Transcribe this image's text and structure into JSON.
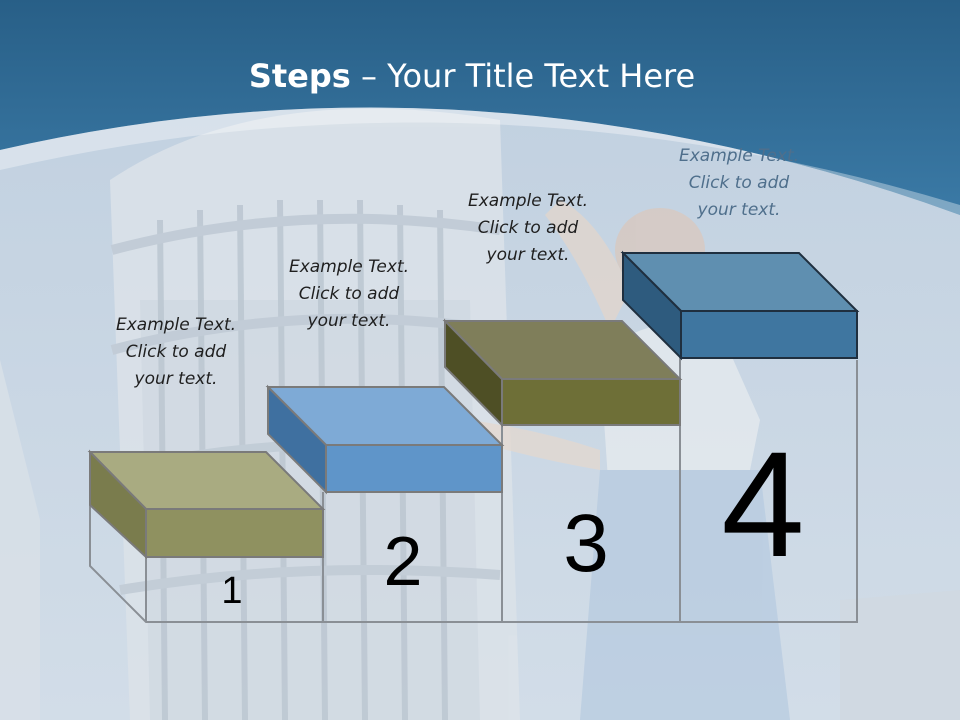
{
  "slide": {
    "title_bold": "Steps",
    "title_rest": " – Your Title Text Here"
  },
  "steps": [
    {
      "number": "1",
      "caption": "Example Text.\nClick  to add\nyour text.",
      "color": "#a9ab81"
    },
    {
      "number": "2",
      "caption": "Example Text.\nClick  to add\nyour text.",
      "color": "#5f95c9"
    },
    {
      "number": "3",
      "caption": "Example Text.\nClick  to add\nyour text.",
      "color": "#6e6f37"
    },
    {
      "number": "4",
      "caption": "Example Text.\nClick  to add\nyour text.",
      "color": "#3f76a0"
    }
  ],
  "colors": {
    "header": "#2f6990",
    "outline": "#8a8f95"
  }
}
